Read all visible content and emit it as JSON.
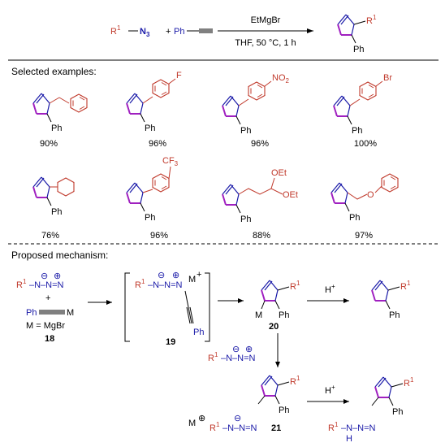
{
  "scheme": {
    "reagent_R": "R",
    "reagent_R_sup": "1",
    "reagent_N3": "N",
    "reagent_N3_sub": "3",
    "plus": "+",
    "reagent_Ph": "Ph",
    "conditions_top": "EtMgBr",
    "conditions_bottom": "THF, 50 °C, 1 h"
  },
  "section1": {
    "header": "Selected examples:",
    "yields": [
      "90%",
      "96%",
      "96%",
      "100%",
      "76%",
      "96%",
      "88%",
      "97%"
    ],
    "substituents": {
      "F": "F",
      "NO2": "NO",
      "NO2_sub": "2",
      "Br": "Br",
      "CF3": "CF",
      "CF3_sub": "3",
      "OEt": "OEt"
    }
  },
  "section2": {
    "header": "Proposed mechanism:",
    "M_def": "M = MgBr",
    "M": "M",
    "Mplus": "M",
    "Hplus": "H",
    "ph": "Ph",
    "labels": {
      "c18": "18",
      "c19": "19",
      "c20": "20",
      "c21": "21"
    },
    "NH": "N",
    "H": "H"
  },
  "colors": {
    "nitrogen": "#1a1aa8",
    "R_group": "#c0392b",
    "bond_highlight": "#a020c0"
  }
}
